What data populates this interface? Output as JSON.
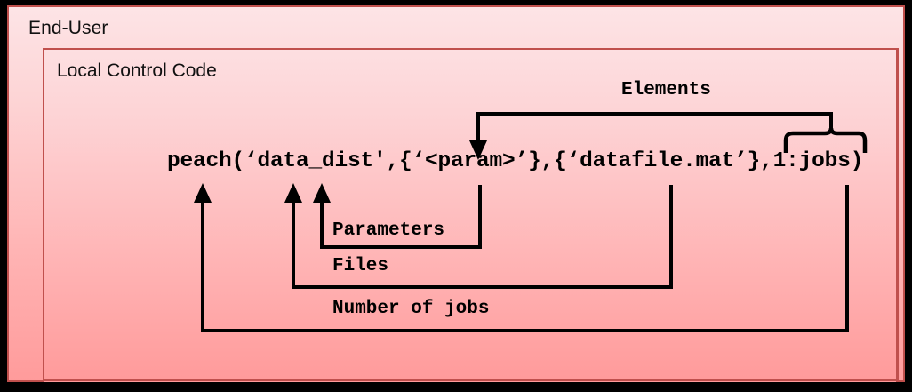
{
  "figure": {
    "outer_box": {
      "title": "End-User"
    },
    "inner_box": {
      "title": "Local Control Code"
    },
    "code_line": "peach(‘data_dist',{‘<param>’},{‘datafile.mat’},1:jobs)",
    "annotations": [
      {
        "id": "elements",
        "label": "Elements",
        "points_to": "‘<param>’ and 1:jobs"
      },
      {
        "id": "parameters",
        "label": "Parameters",
        "points_to": "{‘<param>’}"
      },
      {
        "id": "files",
        "label": "Files",
        "points_to": "{‘datafile.mat’}"
      },
      {
        "id": "jobs",
        "label": "Number of jobs",
        "points_to": "1:jobs"
      }
    ],
    "colors": {
      "frame": "#000000",
      "box_border": "#c0504d",
      "gradient_top": "#fde4e6",
      "gradient_bottom": "#ff9b9b",
      "connector": "#000000",
      "text": "#111111"
    }
  }
}
